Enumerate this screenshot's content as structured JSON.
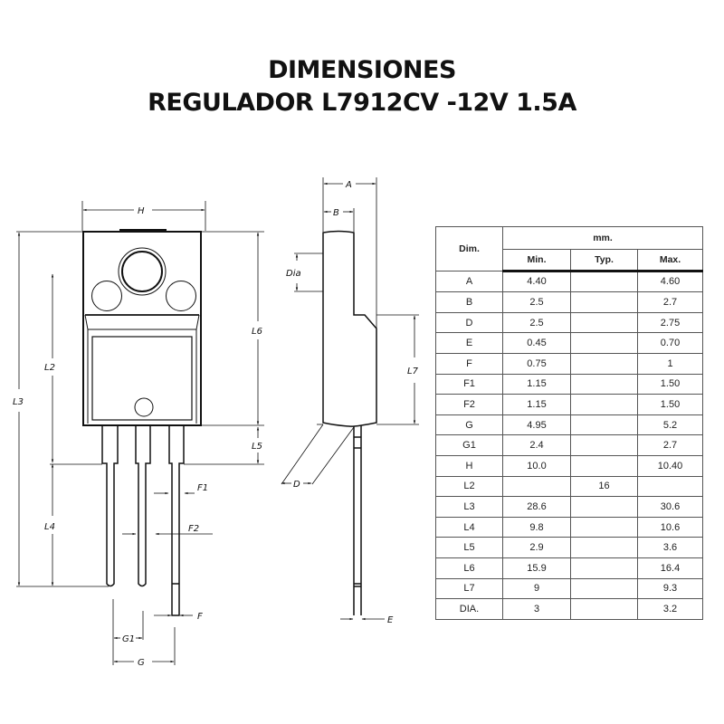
{
  "title": {
    "line1": "DIMENSIONES",
    "line2": "REGULADOR L7912CV -12V 1.5A"
  },
  "front_view_labels": {
    "H": "H",
    "L2": "L2",
    "L3": "L3",
    "L4": "L4",
    "L5": "L5",
    "L6": "L6",
    "F1": "F1",
    "F2": "F2",
    "F": "F",
    "G1": "G1",
    "G": "G"
  },
  "side_view_labels": {
    "A": "A",
    "B": "B",
    "Dia": "Dia",
    "L7": "L7",
    "D": "D",
    "E": "E"
  },
  "table": {
    "header_dim": "Dim.",
    "header_unit": "mm.",
    "columns": [
      "Min.",
      "Typ.",
      "Max."
    ],
    "rows": [
      {
        "dim": "A",
        "min": "4.40",
        "typ": "",
        "max": "4.60"
      },
      {
        "dim": "B",
        "min": "2.5",
        "typ": "",
        "max": "2.7"
      },
      {
        "dim": "D",
        "min": "2.5",
        "typ": "",
        "max": "2.75"
      },
      {
        "dim": "E",
        "min": "0.45",
        "typ": "",
        "max": "0.70"
      },
      {
        "dim": "F",
        "min": "0.75",
        "typ": "",
        "max": "1"
      },
      {
        "dim": "F1",
        "min": "1.15",
        "typ": "",
        "max": "1.50"
      },
      {
        "dim": "F2",
        "min": "1.15",
        "typ": "",
        "max": "1.50"
      },
      {
        "dim": "G",
        "min": "4.95",
        "typ": "",
        "max": "5.2"
      },
      {
        "dim": "G1",
        "min": "2.4",
        "typ": "",
        "max": "2.7"
      },
      {
        "dim": "H",
        "min": "10.0",
        "typ": "",
        "max": "10.40"
      },
      {
        "dim": "L2",
        "min": "",
        "typ": "16",
        "max": ""
      },
      {
        "dim": "L3",
        "min": "28.6",
        "typ": "",
        "max": "30.6"
      },
      {
        "dim": "L4",
        "min": "9.8",
        "typ": "",
        "max": "10.6"
      },
      {
        "dim": "L5",
        "min": "2.9",
        "typ": "",
        "max": "3.6"
      },
      {
        "dim": "L6",
        "min": "15.9",
        "typ": "",
        "max": "16.4"
      },
      {
        "dim": "L7",
        "min": "9",
        "typ": "",
        "max": "9.3"
      },
      {
        "dim": "DIA.",
        "min": "3",
        "typ": "",
        "max": "3.2"
      }
    ]
  }
}
